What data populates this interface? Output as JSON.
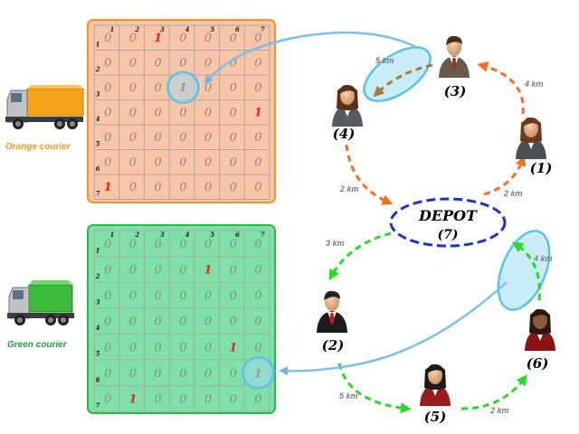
{
  "orange_courier": {
    "label": "Orange courier",
    "color": "#f7941d",
    "panel_fill": "#f9c5a6",
    "col_headers": [
      "1",
      "2",
      "3",
      "4",
      "5",
      "6",
      "7"
    ],
    "row_headers": [
      "1",
      "2",
      "3",
      "4",
      "5",
      "6",
      "7"
    ],
    "matrix": [
      [
        "0",
        "0",
        "1",
        "0",
        "0",
        "0",
        "0"
      ],
      [
        "0",
        "0",
        "0",
        "0",
        "0",
        "0",
        "0"
      ],
      [
        "0",
        "0",
        "0",
        "1",
        "0",
        "0",
        "0"
      ],
      [
        "0",
        "0",
        "0",
        "0",
        "0",
        "0",
        "1"
      ],
      [
        "0",
        "0",
        "0",
        "0",
        "0",
        "0",
        "0"
      ],
      [
        "0",
        "0",
        "0",
        "0",
        "0",
        "0",
        "0"
      ],
      [
        "1",
        "0",
        "0",
        "0",
        "0",
        "0",
        "0"
      ]
    ]
  },
  "green_courier": {
    "label": "Green courier",
    "color": "#2db84b",
    "panel_fill": "#7fe0a8",
    "col_headers": [
      "1",
      "2",
      "3",
      "4",
      "5",
      "6",
      "7"
    ],
    "row_headers": [
      "1",
      "2",
      "3",
      "4",
      "5",
      "6",
      "7"
    ],
    "matrix": [
      [
        "0",
        "0",
        "0",
        "0",
        "0",
        "0",
        "0"
      ],
      [
        "0",
        "0",
        "0",
        "0",
        "1",
        "0",
        "0"
      ],
      [
        "0",
        "0",
        "0",
        "0",
        "0",
        "0",
        "0"
      ],
      [
        "0",
        "0",
        "0",
        "0",
        "0",
        "0",
        "0"
      ],
      [
        "0",
        "0",
        "0",
        "0",
        "0",
        "1",
        "0"
      ],
      [
        "0",
        "0",
        "0",
        "0",
        "0",
        "0",
        "1"
      ],
      [
        "0",
        "1",
        "0",
        "0",
        "0",
        "0",
        "0"
      ]
    ]
  },
  "depot": {
    "title": "DEPOT",
    "id": "(7)"
  },
  "customers": [
    "(1)",
    "(2)",
    "(3)",
    "(4)",
    "(5)",
    "(6)"
  ],
  "distances": {
    "d1_3": "4 km",
    "d3_4": "5 km",
    "d4_depot": "2 km",
    "depot_1": "2 km",
    "depot_2": "3 km",
    "d2_5": "5 km",
    "d5_6": "2 km",
    "d6_depot": "4 km"
  },
  "colors": {
    "highlight_ring": "#5bc2e7",
    "link_arrow": "#7bbff0",
    "depot_ring": "#1a33c7",
    "zero_digit": "#8a8a8a",
    "one_digit": "#e8221b"
  }
}
